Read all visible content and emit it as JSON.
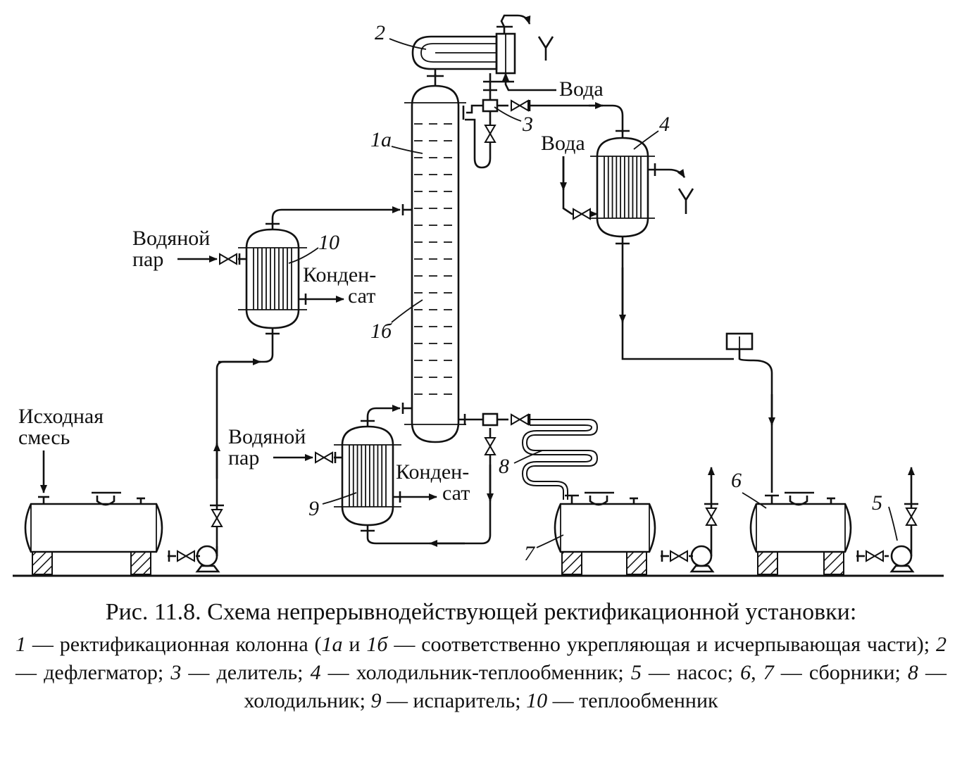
{
  "figure": {
    "labels": {
      "voda_top": "Вода",
      "voda_mid": "Вода",
      "steam_10": "Водяной\nпар",
      "cond_10": "Конден-\nсат",
      "steam_9": "Водяной\nпар",
      "cond_9": "Конден-\nсат",
      "feed": "Исходная\nсмесь",
      "n2": "2",
      "n3": "3",
      "n4": "4",
      "n1a": "1а",
      "n1b": "1б",
      "n10": "10",
      "n9": "9",
      "n8": "8",
      "n7": "7",
      "n6": "6",
      "n5": "5"
    }
  },
  "caption": {
    "title": "Рис. 11.8. Схема непрерывнодействующей ректификационной установки:",
    "legend": [
      {
        "n": "1",
        "t": " — ректификационная колонна ("
      },
      {
        "n": "1а",
        "t": " и "
      },
      {
        "n": "1б",
        "t": " — соответственно укрепляющая и исчерпывающая части); "
      },
      {
        "n": "2",
        "t": " — дефлегматор; "
      },
      {
        "n": "3",
        "t": " — делитель; "
      },
      {
        "n": "4",
        "t": " — холодильник-теплообменник; "
      },
      {
        "n": "5",
        "t": " — насос; "
      },
      {
        "n": "6",
        "t": ", "
      },
      {
        "n": "7",
        "t": " — сборники; "
      },
      {
        "n": "8",
        "t": " — холодильник; "
      },
      {
        "n": "9",
        "t": " — испаритель; "
      },
      {
        "n": "10",
        "t": " — теплообменник"
      }
    ]
  }
}
